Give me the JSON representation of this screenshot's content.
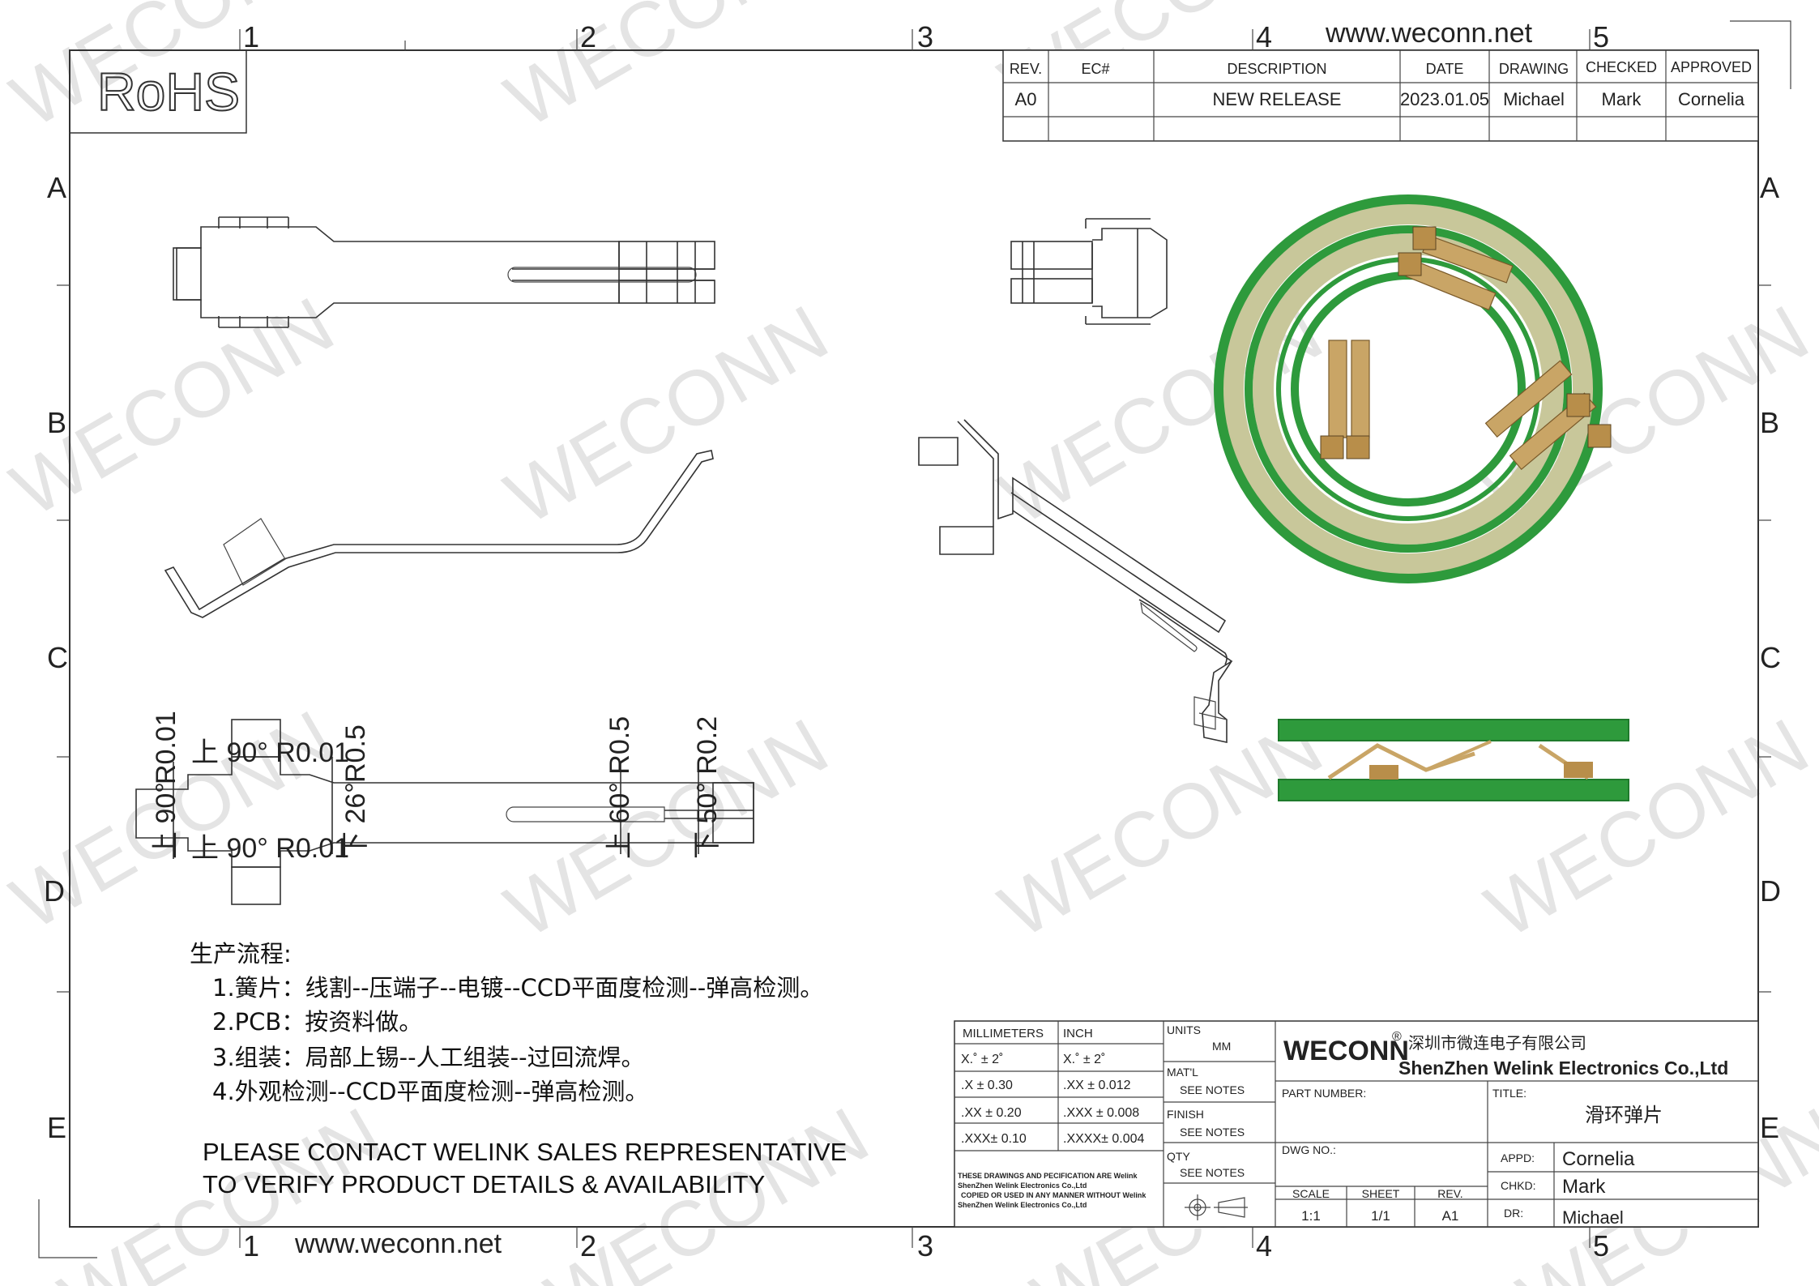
{
  "watermark": "WECONN",
  "website": "www.weconn.net",
  "rohs": "RoHS",
  "grid": {
    "columns": [
      "1",
      "2",
      "3",
      "4",
      "5"
    ],
    "rows": [
      "A",
      "B",
      "C",
      "D",
      "E"
    ]
  },
  "revision_table": {
    "headers": [
      "REV.",
      "EC#",
      "DESCRIPTION",
      "DATE",
      "DRAWING",
      "CHECKED",
      "APPROVED"
    ],
    "rows": [
      [
        "A0",
        "",
        "NEW RELEASE",
        "2023.01.05",
        "Michael",
        "Mark",
        "Cornelia"
      ]
    ]
  },
  "dimensions": {
    "d1": "R0.01",
    "d2": "上 90° R0.01",
    "d3": "R0.5",
    "d4": "上 90°",
    "d5": "上 90° R0.01",
    "d6": "下 26°",
    "d7": "上 60° R0.5",
    "d8": "下 50° R0.2"
  },
  "process_notes": {
    "title": "生产流程:",
    "lines": [
      "1.簧片：线割--压端子--电镀--CCD平面度检测--弹高检测。",
      "2.PCB：按资料做。",
      "3.组装：局部上锡--人工组装--过回流焊。",
      "4.外观检测--CCD平面度检测--弹高检测。"
    ]
  },
  "contact_lines": [
    "PLEASE CONTACT WELINK SALES REPRESENTATIVE",
    "TO VERIFY PRODUCT DETAILS & AVAILABILITY"
  ],
  "title_block": {
    "tolerance": {
      "headers": [
        "MILLIMETERS",
        "INCH"
      ],
      "rows": [
        [
          "X.˚  ±  2˚",
          "X.˚  ±  2˚"
        ],
        [
          ".X  ± 0.30",
          ".XX  ± 0.012"
        ],
        [
          ".XX ± 0.20",
          ".XXX ± 0.008"
        ],
        [
          ".XXX± 0.10",
          ".XXXX± 0.004"
        ]
      ]
    },
    "disclaimer": [
      "THESE DRAWINGS AND PECIFICATION ARE Welink",
      "ShenZhen Welink Electronics Co.,Ltd",
      "COPIED OR USED IN ANY MANNER WITHOUT Welink",
      "ShenZhen Welink Electronics Co.,Ltd"
    ],
    "units_label": "UNITS",
    "units_value": "MM",
    "matl_label": "MAT'L",
    "matl_value": "SEE NOTES",
    "finish_label": "FINISH",
    "finish_value": "SEE NOTES",
    "qty_label": "QTY",
    "qty_value": "SEE NOTES",
    "brand": "WECONN",
    "brand_mark": "®",
    "company_cn": "深圳市微连电子有限公司",
    "company_en": "ShenZhen Welink Electronics Co.,Ltd",
    "part_number_label": "PART NUMBER:",
    "title_label": "TITLE:",
    "title_value": "滑环弹片",
    "dwg_label": "DWG NO.:",
    "scale_label": "SCALE",
    "scale_value": "1:1",
    "sheet_label": "SHEET",
    "sheet_value": "1/1",
    "rev_label": "REV.",
    "rev_value": "A1",
    "appd_label": "APPD:",
    "appd_value": "Cornelia",
    "chkd_label": "CHKD:",
    "chkd_value": "Mark",
    "dr_label": "DR:",
    "dr_value": "Michael"
  },
  "colors": {
    "pcb_green": "#2e9a3c",
    "pcb_dark_green": "#1f7a2c",
    "ring_beige": "#c8c79a",
    "brass": "#c9a566",
    "watermark_gray": "#e3e3e3"
  }
}
